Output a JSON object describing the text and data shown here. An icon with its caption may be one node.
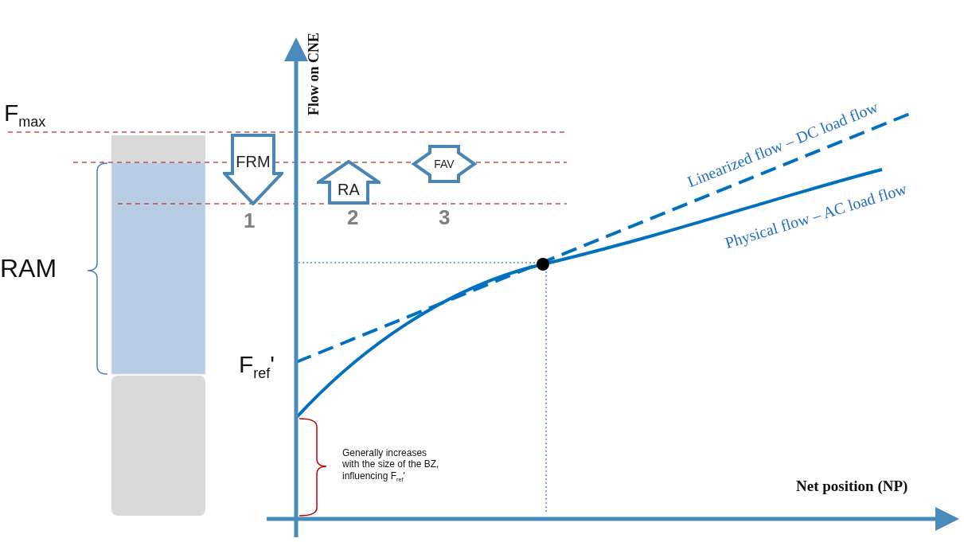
{
  "diagram": {
    "nodes": [
      {
        "text": [
          "FRM"
        ],
        "beside": [
          "1"
        ]
      },
      {
        "text": [
          "RA"
        ],
        "beside": [
          "2"
        ]
      },
      {
        "text": [
          "FAV"
        ],
        "beside": [
          "3"
        ]
      }
    ],
    "labels": [
      "F$_{max}$",
      "RAM",
      "Flow on CNE",
      "Linearized flow – DC load flow",
      "Physical flow – AC load flow",
      "F$_{ref}$'",
      "Generally increases with the size of the BZ, influencing F$_{ref}$'",
      "Net position (NP)"
    ]
  }
}
